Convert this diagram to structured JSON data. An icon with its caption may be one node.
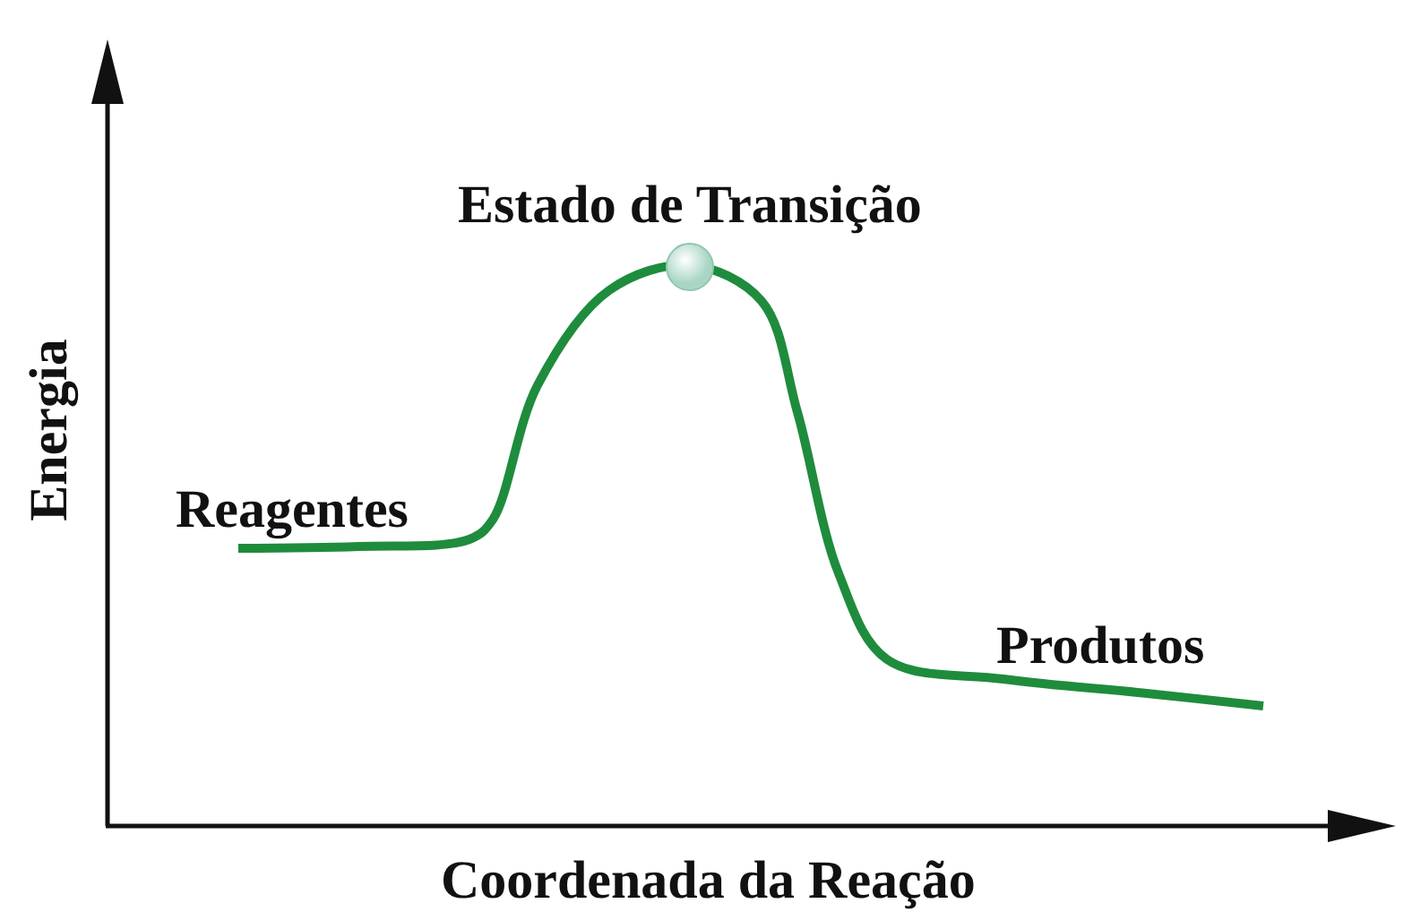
{
  "diagram": {
    "labels": [
      "Estado de Transição",
      "Energia",
      "Reagentes",
      "Produtos",
      "Coordenada da Reação"
    ]
  }
}
